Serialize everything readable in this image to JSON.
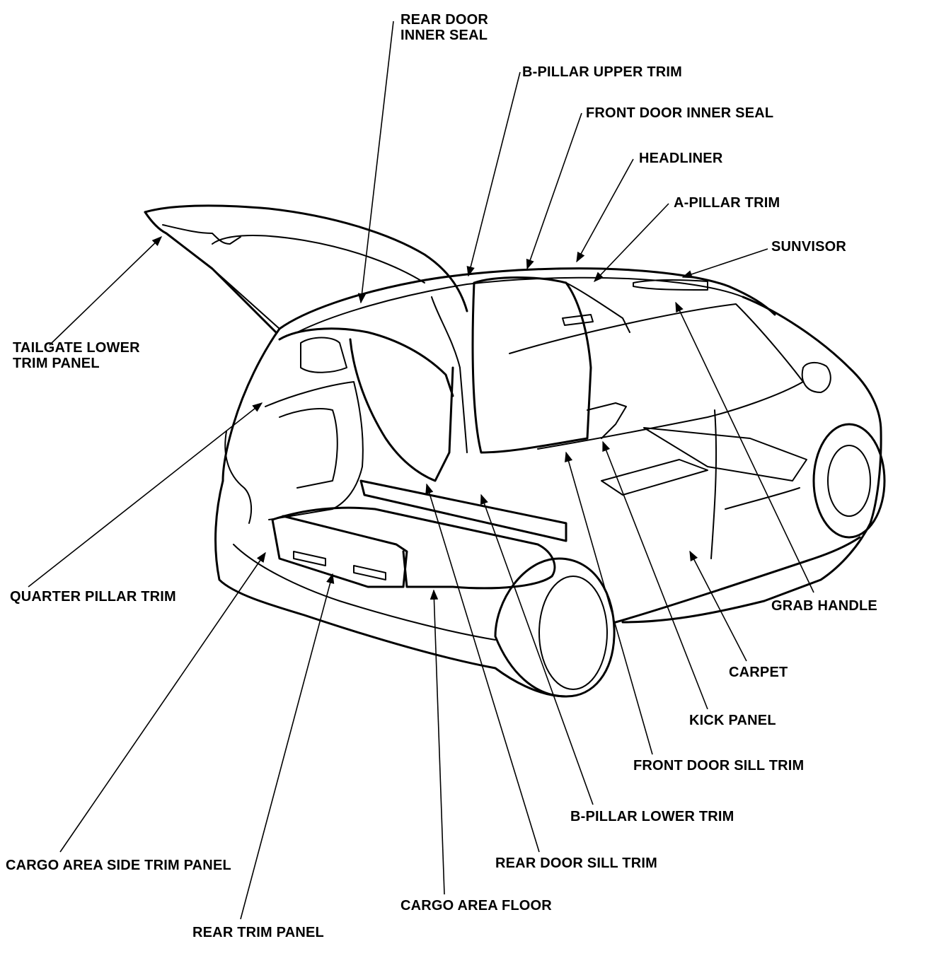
{
  "labels": {
    "rear_door_inner_seal": [
      "REAR DOOR",
      "INNER SEAL"
    ],
    "b_pillar_upper_trim": "B-PILLAR UPPER TRIM",
    "front_door_inner_seal": "FRONT DOOR INNER SEAL",
    "headliner": "HEADLINER",
    "a_pillar_trim": "A-PILLAR TRIM",
    "sunvisor": "SUNVISOR",
    "tailgate_lower_trim_panel": [
      "TAILGATE LOWER",
      "TRIM PANEL"
    ],
    "quarter_pillar_trim": "QUARTER PILLAR TRIM",
    "grab_handle": "GRAB HANDLE",
    "carpet": "CARPET",
    "kick_panel": "KICK PANEL",
    "front_door_sill_trim": "FRONT DOOR SILL TRIM",
    "b_pillar_lower_trim": "B-PILLAR LOWER TRIM",
    "rear_door_sill_trim": "REAR DOOR SILL TRIM",
    "cargo_area_side_trim_panel": "CARGO AREA SIDE TRIM PANEL",
    "cargo_area_floor": "CARGO AREA FLOOR",
    "rear_trim_panel": "REAR TRIM PANEL"
  },
  "colors": {
    "ink": "#000000",
    "paper": "#ffffff"
  }
}
